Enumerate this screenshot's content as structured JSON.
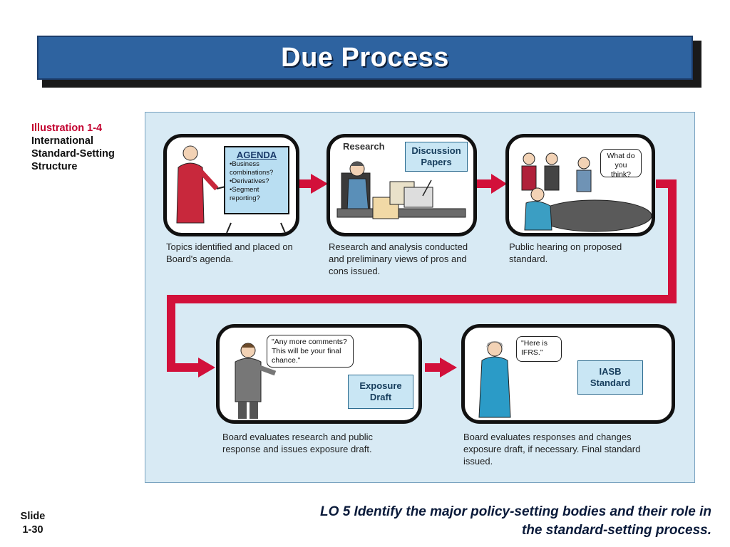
{
  "slide": {
    "title": "Due Process",
    "illustration_label": "Illustration 1-4",
    "illustration_title": "International Standard-Setting Structure",
    "slide_label": "Slide",
    "slide_number": "1-30",
    "learning_objective": "LO 5  Identify the major policy-setting bodies and their role in the standard-setting process."
  },
  "agenda": {
    "title": "AGENDA",
    "items": [
      "•Business combinations?",
      "•Derivatives?",
      "•Segment reporting?"
    ]
  },
  "research_label": "Research",
  "boxes": {
    "discussion": "Discussion Papers",
    "exposure": "Exposure Draft",
    "iasb": "IASB Standard"
  },
  "bubbles": {
    "hearing": "What do you think?",
    "exposure": "\"Any more comments? This will be your final chance.\"",
    "ifrs": "\"Here is IFRS.\""
  },
  "steps": [
    "Topics identified and placed on Board's agenda.",
    "Research and analysis conducted and preliminary views of pros and cons issued.",
    "Public hearing on proposed standard.",
    "Board evaluates research and public response and issues exposure draft.",
    "Board evaluates responses and changes exposure draft, if necessary. Final standard issued."
  ],
  "colors": {
    "arrow": "#d2103a",
    "title_bar": "#2e63a0",
    "panel": "#d8eaf4",
    "box": "#c9e6f4",
    "illustration_label": "#c3002f"
  }
}
